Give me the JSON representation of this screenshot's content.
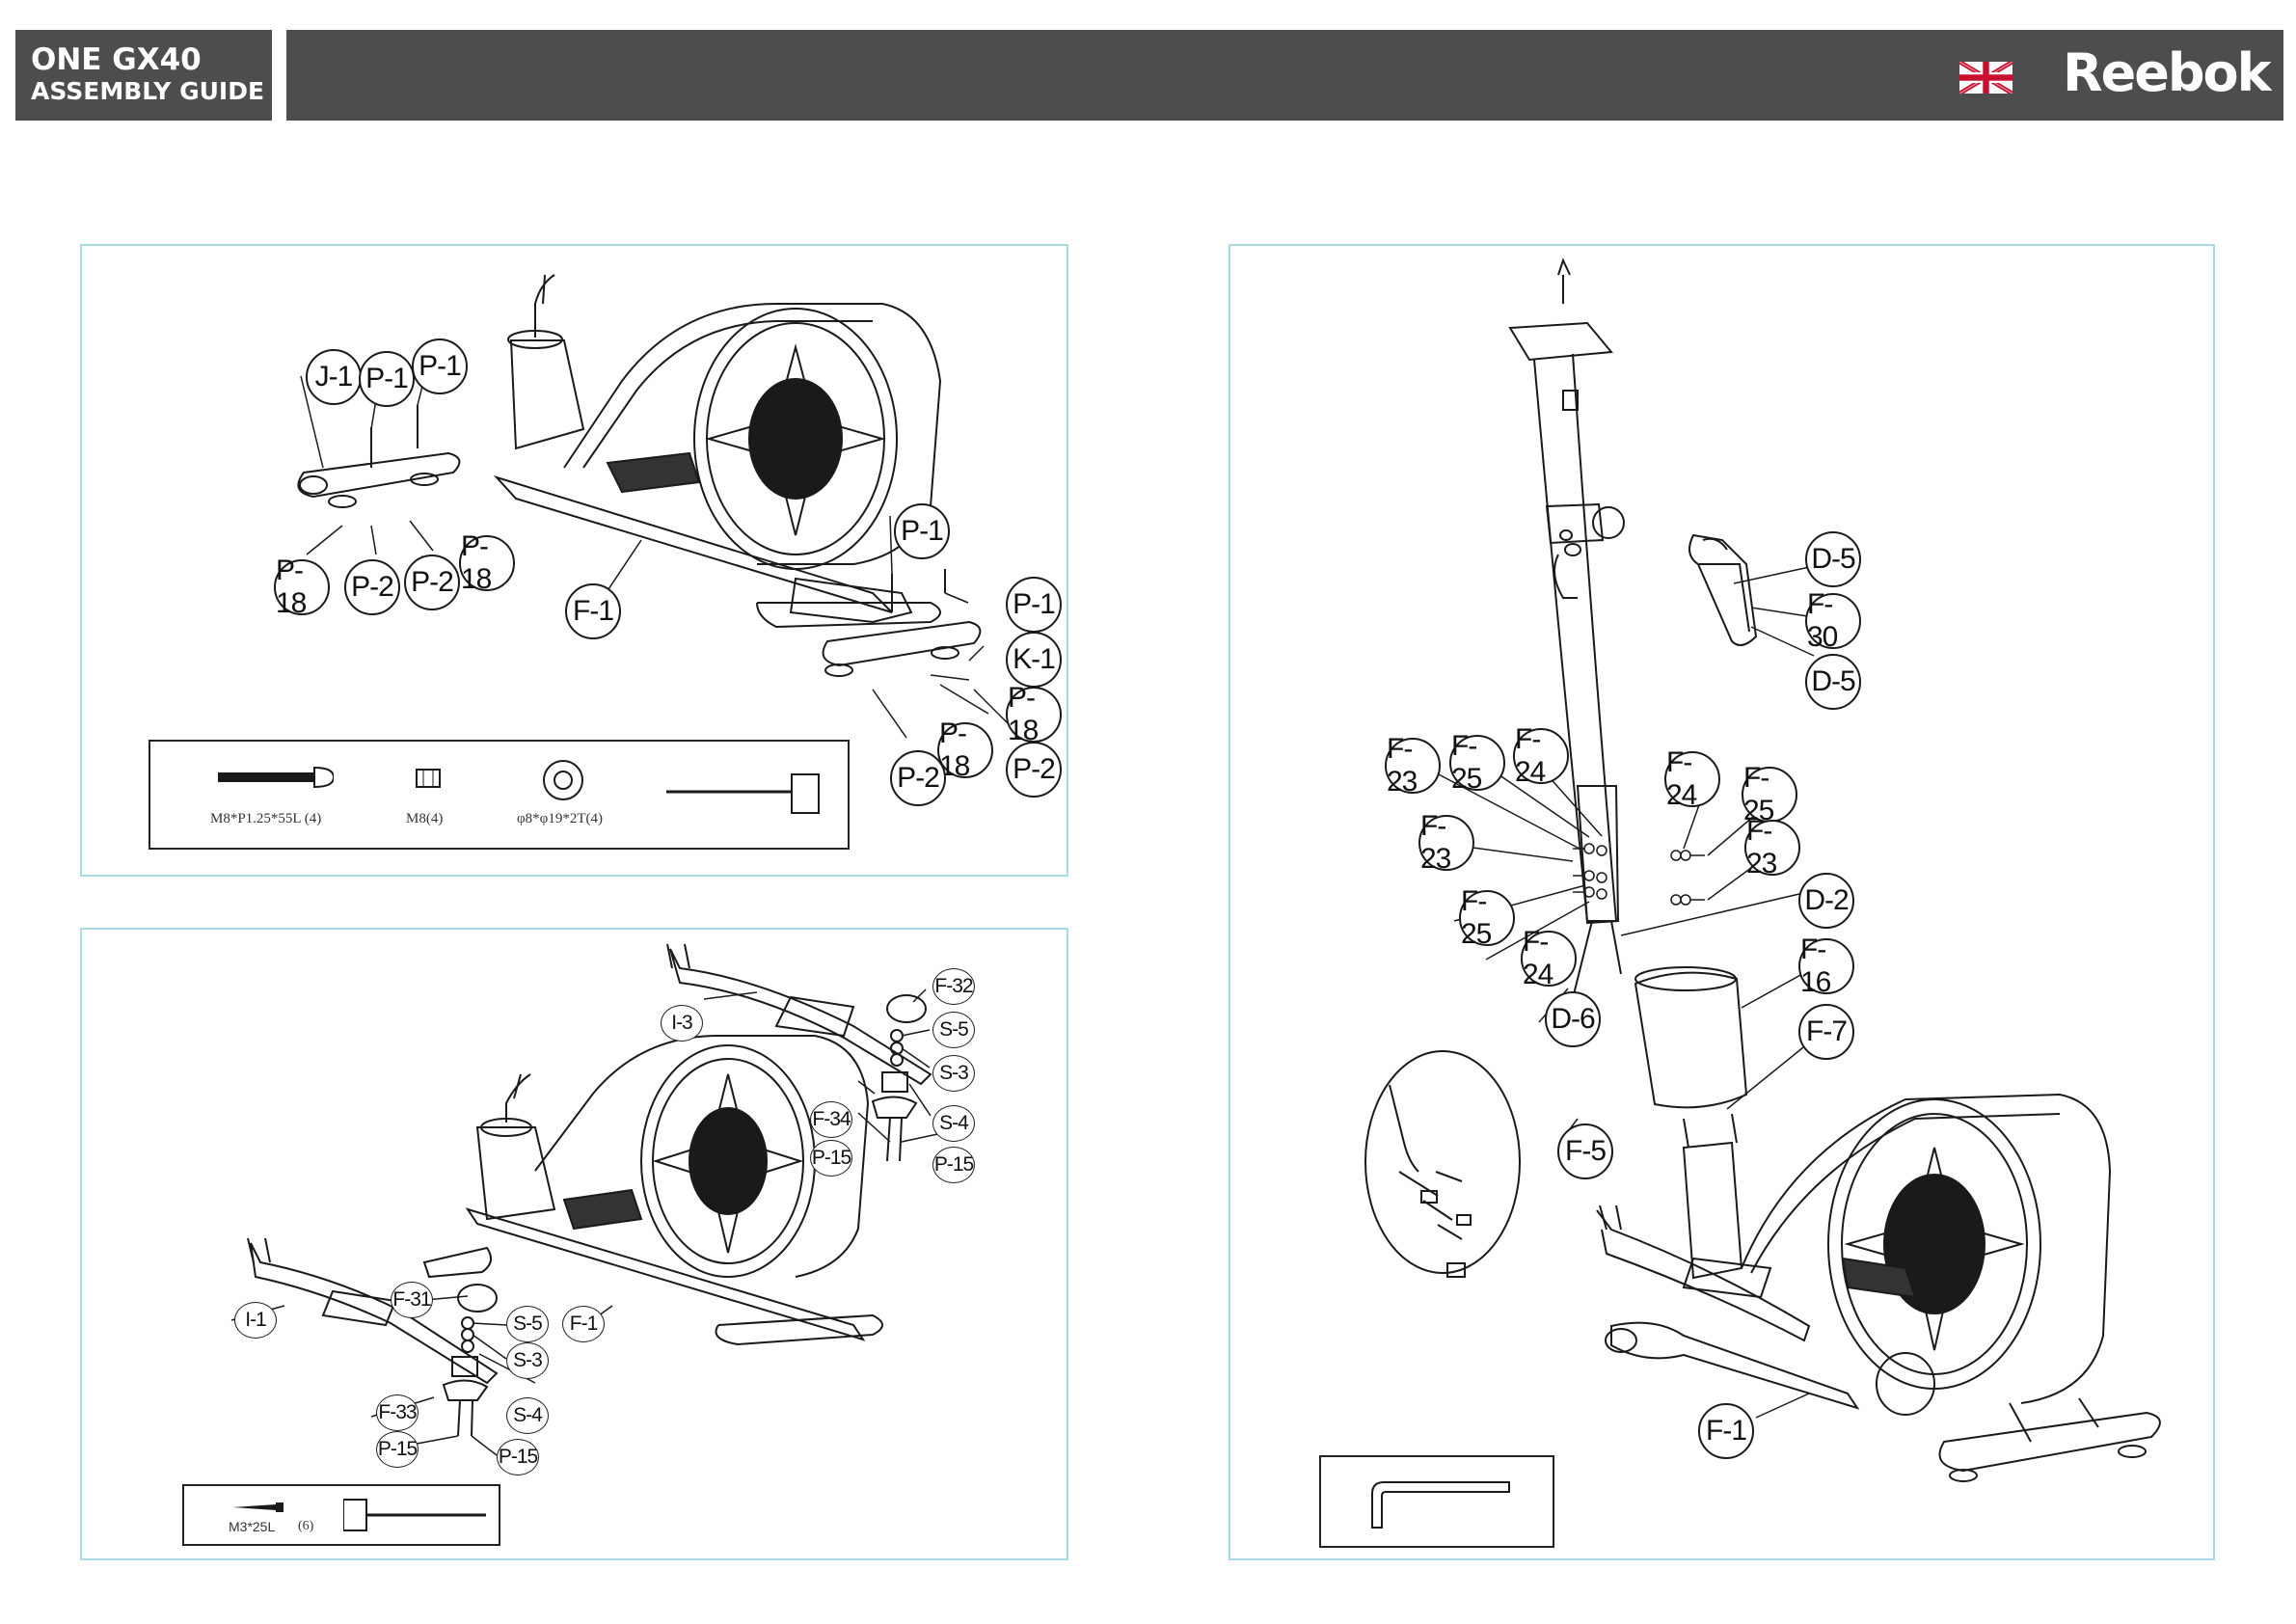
{
  "header": {
    "model": "ONE GX40",
    "subtitle": "ASSEMBLY GUIDE",
    "brand": "Reebok",
    "language_icon": "uk-flag-icon"
  },
  "colors": {
    "header_bg": "#4d4c4e",
    "header_text": "#ffffff",
    "panel_border": "#a9dbe6",
    "line_art": "#1a1a1a"
  },
  "step_feet": {
    "callouts": [
      "J-1",
      "P-1",
      "P-1",
      "P-18",
      "P-2",
      "P-2",
      "P-18",
      "F-1",
      "P-1",
      "P-1",
      "K-1",
      "P-18",
      "P-2",
      "P-18",
      "P-2"
    ],
    "hardware": {
      "bolt": "M8*P1.25*55L (4)",
      "nut": "M8(4)",
      "washer": "φ8*φ19*2T(4)",
      "tool": "screwdriver-icon"
    }
  },
  "step_pedals": {
    "callouts": [
      "F-32",
      "I-3",
      "S-5",
      "S-3",
      "F-34",
      "S-4",
      "P-15",
      "P-15",
      "F-31",
      "F-1",
      "I-1",
      "S-5",
      "S-3",
      "F-33",
      "S-4",
      "P-15",
      "P-15"
    ],
    "hardware": {
      "screw": "M3*25L",
      "count": "(6)",
      "tool": "screwdriver-icon"
    }
  },
  "step_upright": {
    "callouts": [
      "D-5",
      "F-30",
      "D-5",
      "F-23",
      "F-25",
      "F-24",
      "F-24",
      "F-25",
      "F-23",
      "F-23",
      "F-25",
      "D-2",
      "F-24",
      "F-16",
      "D-6",
      "F-7",
      "F-5",
      "F-1"
    ],
    "hardware": {
      "tool": "allen-key-icon"
    }
  }
}
